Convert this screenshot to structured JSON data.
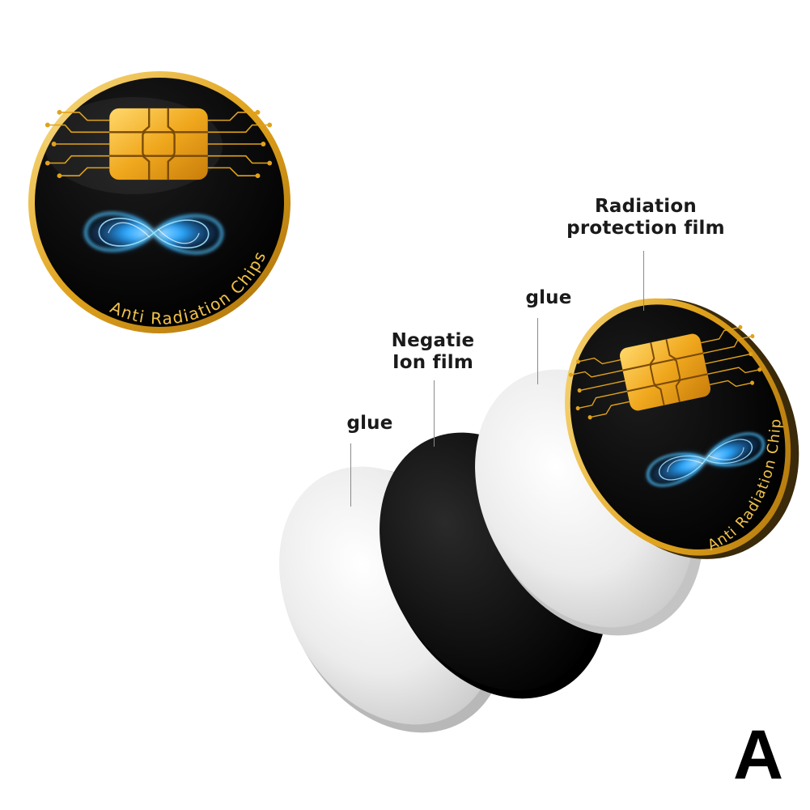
{
  "product": {
    "chip_caption": "Anti Radiation Chips",
    "variant_letter": "A"
  },
  "layers": [
    {
      "id": "glue-back",
      "label": "glue"
    },
    {
      "id": "negative-ion-film",
      "label": "Negatie\nIon film"
    },
    {
      "id": "glue-front",
      "label": "glue"
    },
    {
      "id": "radiation-protection-film",
      "label": "Radiation\nprotection film"
    }
  ],
  "colors": {
    "gold": "#e0a21c",
    "gold_light": "#f6cf5a",
    "chip_black": "#0a0a0a",
    "glow_blue": "#2aa8ff",
    "glue_white": "#ededed"
  }
}
